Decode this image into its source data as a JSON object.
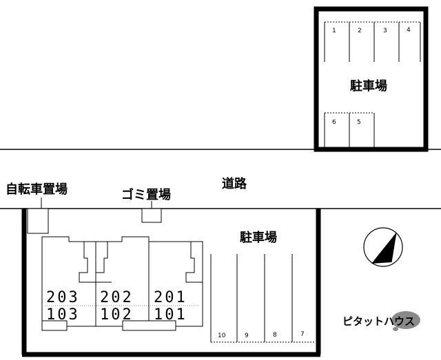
{
  "labels": {
    "road": "道路",
    "bicycle_parking": "自転車置場",
    "garbage_area": "ゴミ置場",
    "parking_top": "駐車場",
    "parking_bottom": "駐車場"
  },
  "parking_top_spots": [
    "1",
    "2",
    "3",
    "4",
    "6",
    "5"
  ],
  "parking_bottom_spots": [
    "10",
    "9",
    "8",
    "7"
  ],
  "rooms": {
    "upper": [
      "203",
      "202",
      "201"
    ],
    "lower": [
      "103",
      "102",
      "101"
    ]
  },
  "brand": {
    "name": "ピタットハウス",
    "accent_color": "#8a8a8a"
  },
  "compass": {
    "icon": "north-arrow-icon"
  }
}
